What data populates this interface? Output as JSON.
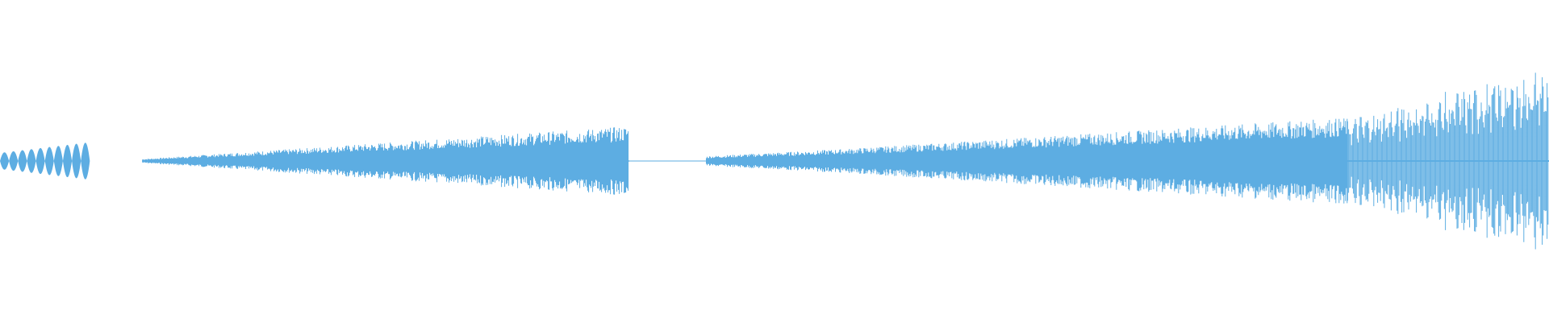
{
  "waveform": {
    "color": "#5dade2",
    "background": "#ffffff",
    "duration_fraction_shown": 1.0,
    "segments": [
      {
        "name": "segment-1",
        "start": 0.0,
        "end": 0.058,
        "amp_start": 0.09,
        "amp_end": 0.19,
        "style": "lobes",
        "lobes": 10
      },
      {
        "name": "segment-2",
        "start": 0.092,
        "end": 0.406,
        "amp_start": 0.02,
        "amp_end": 0.36,
        "style": "dense"
      },
      {
        "name": "segment-3",
        "start": 0.406,
        "end": 0.456,
        "amp_start": 0.0,
        "amp_end": 0.0,
        "style": "flat"
      },
      {
        "name": "segment-4",
        "start": 0.456,
        "end": 0.54,
        "amp_start": 0.05,
        "amp_end": 0.12,
        "style": "dense"
      },
      {
        "name": "segment-5",
        "start": 0.54,
        "end": 0.87,
        "amp_start": 0.12,
        "amp_end": 0.45,
        "style": "dense"
      },
      {
        "name": "segment-6",
        "start": 0.87,
        "end": 1.0,
        "amp_start": 0.45,
        "amp_end": 1.0,
        "style": "bursts"
      }
    ]
  }
}
